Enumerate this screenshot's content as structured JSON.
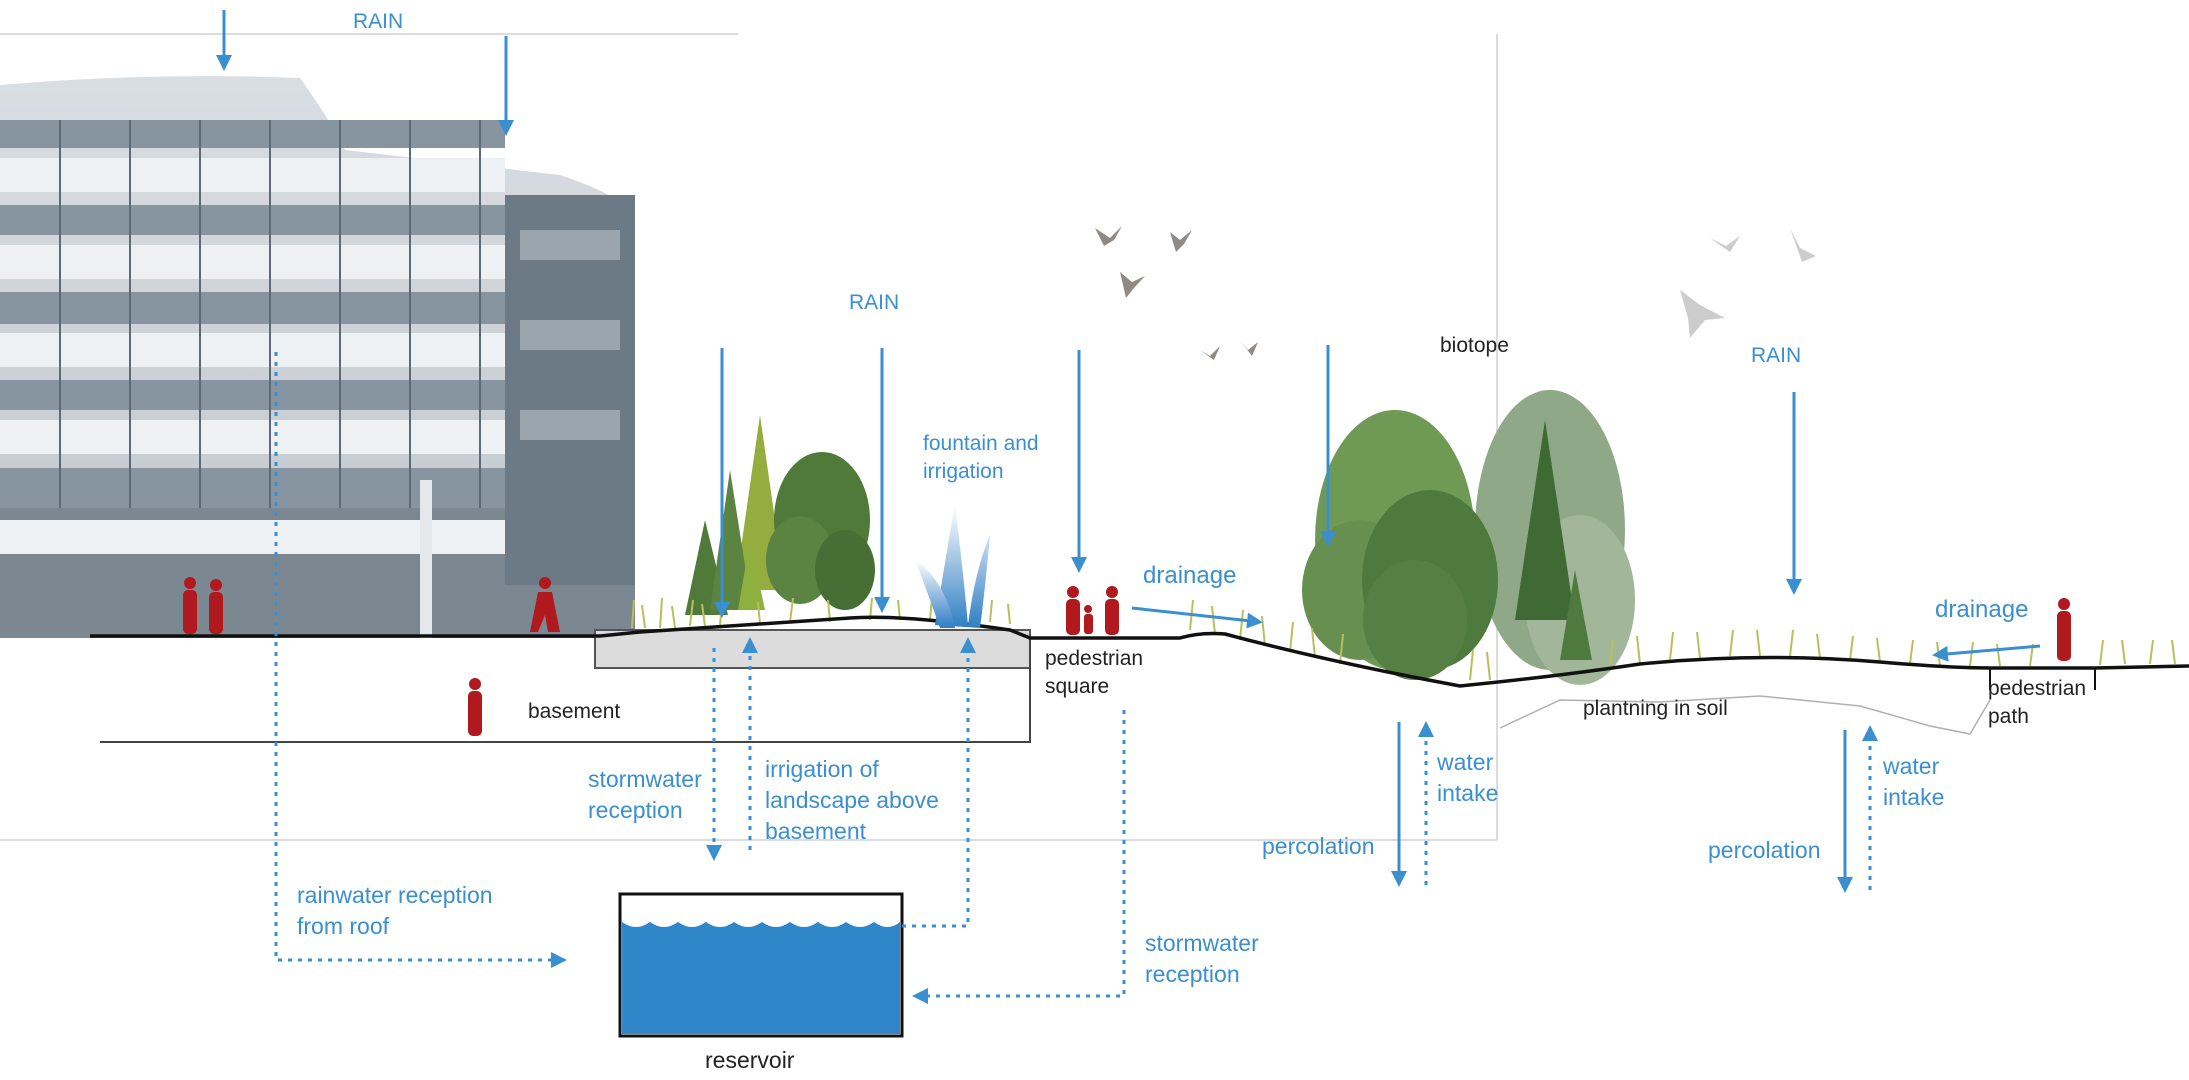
{
  "labels": {
    "rain_top": "RAIN",
    "rain_middle": "RAIN",
    "rain_right": "RAIN",
    "fountain": [
      "fountain and",
      "irrigation"
    ],
    "drainage_left": "drainage",
    "drainage_right": "drainage",
    "biotope": "biotope",
    "pedestrian_square": [
      "pedestrian",
      "square"
    ],
    "pedestrian_path": [
      "pedestrian",
      "path"
    ],
    "basement": "basement",
    "planting": "plantning in soil",
    "stormwater_left": [
      "stormwater",
      "reception"
    ],
    "irrigation_landscape": [
      "irrigation of",
      "landscape above",
      "basement"
    ],
    "water_intake_left": [
      "water",
      "intake"
    ],
    "water_intake_right": [
      "water",
      "intake"
    ],
    "percolation_left": "percolation",
    "percolation_right": "percolation",
    "rainwater_roof": [
      "rainwater reception",
      "from roof"
    ],
    "stormwater_right": [
      "stormwater",
      "reception"
    ],
    "reservoir": "reservoir"
  },
  "colors": {
    "annotation_blue": "#3a8fd0",
    "water_blue": "#2f86c8",
    "people_red": "#b0191e",
    "tree_dark": "#4e7a3e",
    "tree_mid": "#6f9a56",
    "tree_light": "#8fa888",
    "grass": "#b8bf5e"
  }
}
